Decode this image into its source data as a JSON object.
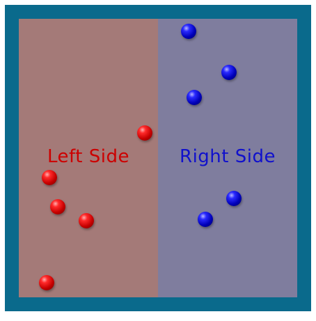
{
  "board": {
    "frame_color": "#0a6a8c",
    "left_side": {
      "label": "Left Side",
      "label_color": "#cc0000",
      "background_color": "#a47a78",
      "ball_color": "red"
    },
    "right_side": {
      "label": "Right Side",
      "label_color": "#1010cc",
      "background_color": "#7f7d9e",
      "ball_color": "blue"
    }
  }
}
